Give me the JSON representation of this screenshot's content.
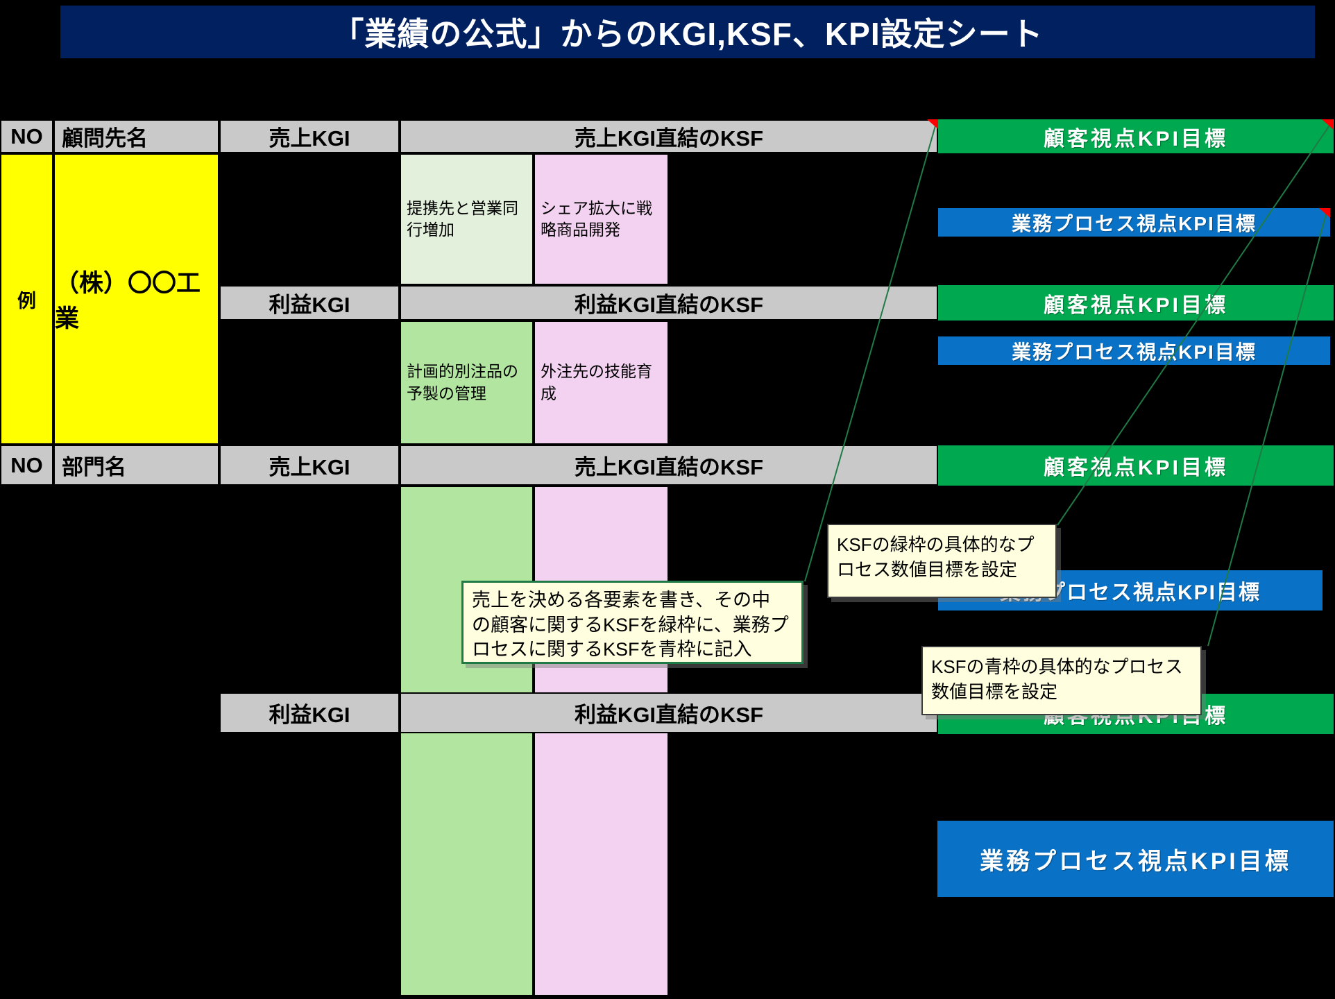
{
  "title": "「業績の公式」からのKGI,KSF、KPI設定シート",
  "labels": {
    "no": "NO",
    "client": "顧問先名",
    "department": "部門名",
    "sales_kgi": "売上KGI",
    "sales_ksf": "売上KGI直結のKSF",
    "profit_kgi": "利益KGI",
    "profit_ksf": "利益KGI直結のKSF",
    "customer_kpi": "顧客視点KPI目標",
    "process_kpi": "業務プロセス視点KPI目標",
    "example": "例",
    "company": "（株）〇〇工業"
  },
  "ksf_examples": {
    "sales_customer": "提携先と営業同\n行増加",
    "sales_process": "シェア拡大に戦\n略商品開発",
    "profit_customer": "計画的別注品の\n予製の管理",
    "profit_process": "外注先の技能育\n成"
  },
  "notes": {
    "green": "KSFの緑枠の具体的なプ\nロセス数値目標を設定",
    "entry": "売上を決める各要素を書き、その中\nの顧客に関するKSFを緑枠に、業務プ\nロセスに関するKSFを青枠に記入",
    "blue": "KSFの青枠の具体的なプロセス\n数値目標を設定"
  },
  "colors": {
    "title_navy": "#002060",
    "header_gray": "#C9C9C9",
    "highlight_yellow": "#FFFF00",
    "pale_green": "#E3F0DB",
    "mid_green": "#B2E5A0",
    "pink": "#F3D2F1",
    "kpi_green": "#00A94F",
    "kpi_blue": "#0A72C6",
    "note_bg": "#FFFFDF",
    "connector_green": "#1F7A46",
    "comment_red": "#FF0000"
  }
}
